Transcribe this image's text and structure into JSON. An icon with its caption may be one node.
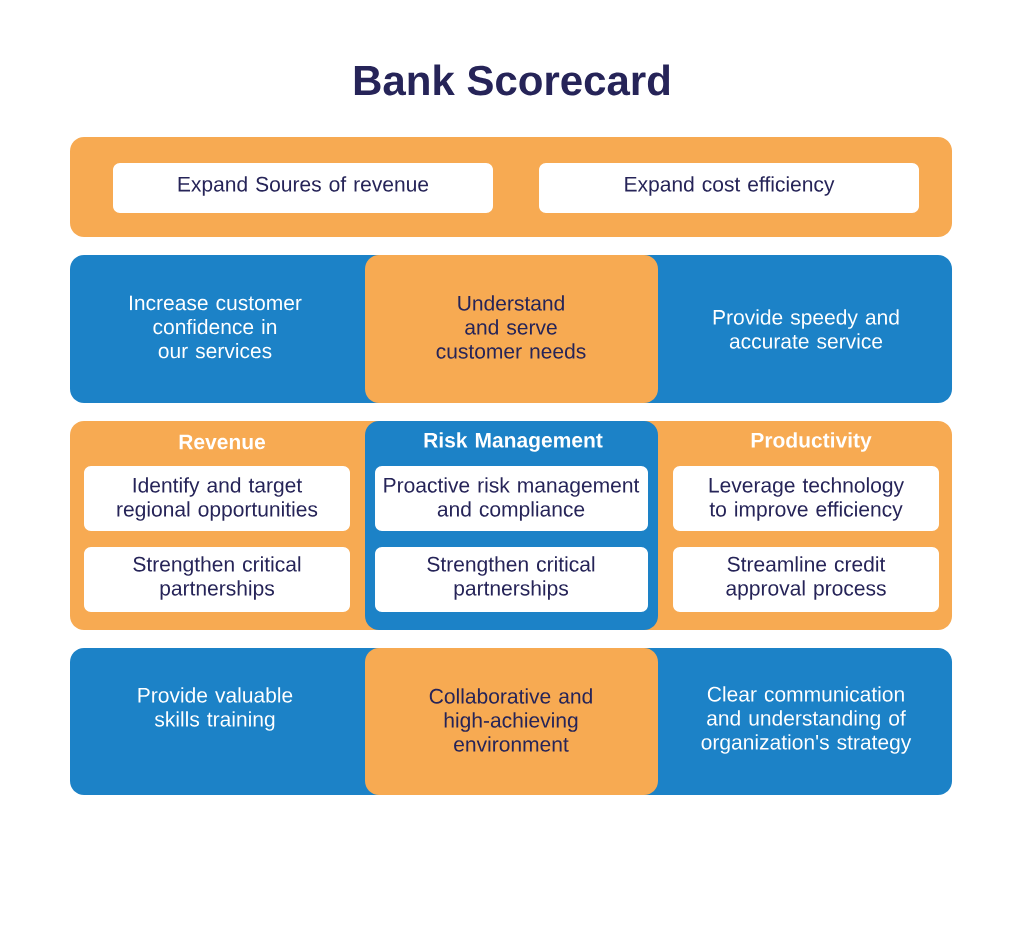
{
  "diagram": {
    "title": "Bank Scorecard",
    "nodes": [
      {
        "text": [],
        "shape": "box"
      },
      {
        "text": [
          "Expand Soures of revenue"
        ],
        "in": 0
      },
      {
        "text": [
          "Expand cost efficiency"
        ],
        "in": 0
      },
      {
        "text": [
          "Increase customer confidence in our services",
          "Provide speedy and accurate service"
        ]
      },
      {
        "text": [
          "Understand and serve customer needs"
        ],
        "in": 3
      },
      {
        "text": [
          "Revenue",
          "Productivity"
        ]
      },
      {
        "text": [
          "Identify and target regional opportunities"
        ],
        "in": 5
      },
      {
        "text": [
          "Strengthen critical partnerships"
        ],
        "in": 5
      },
      {
        "text": [
          "Risk Management"
        ],
        "in": 5
      },
      {
        "text": [
          "Proactive risk management and compliance"
        ],
        "in": 8
      },
      {
        "text": [
          "Strengthen critical partnerships"
        ],
        "in": 8
      },
      {
        "text": [
          "Leverage technology to improve efficiency"
        ],
        "in": 5
      },
      {
        "text": [
          "Streamline credit approval process"
        ],
        "in": 5
      },
      {
        "text": [
          "Provide valuable skills training",
          "Clear communication and understanding of organization's strategy"
        ]
      },
      {
        "text": [
          "Collaborative and high-achieving environment"
        ],
        "in": 13
      }
    ]
  }
}
